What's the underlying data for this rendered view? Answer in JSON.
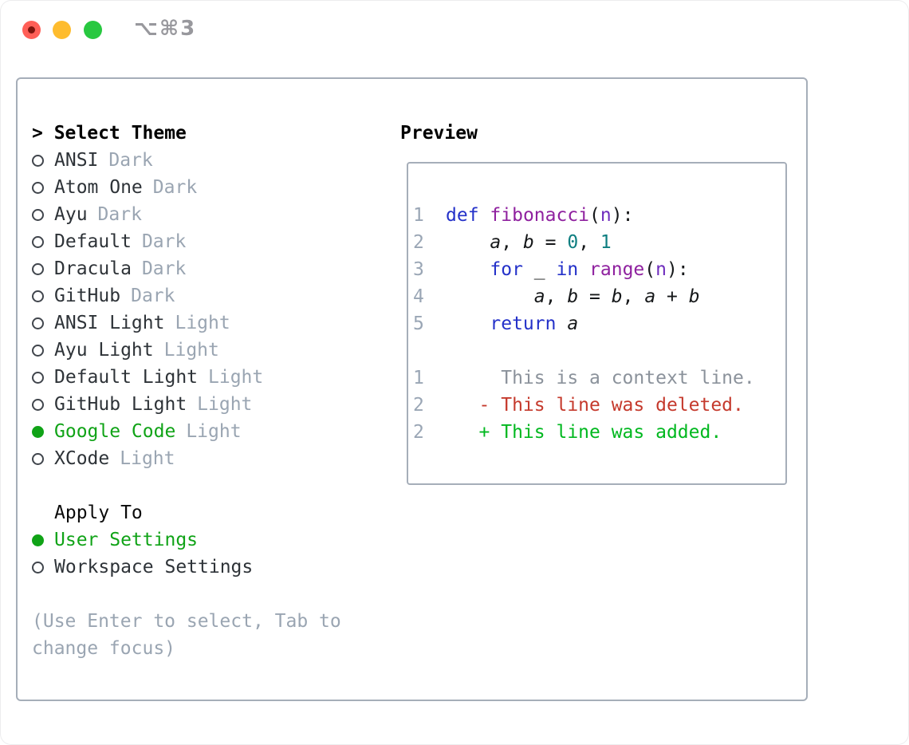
{
  "window": {
    "shortcut": "⌥⌘3",
    "traffic_lights": [
      "close",
      "minimize",
      "zoom"
    ]
  },
  "colors": {
    "selection_green": "#10a317",
    "added_green": "#00b81f",
    "deleted_red": "#c53a2d",
    "keyword_blue": "#2431c9",
    "function_purple": "#8f219f",
    "param_violet": "#6f2dbd",
    "number_teal": "#0e7e80",
    "muted_gray": "#9aa5b2",
    "line_number_gray": "#9aa6b5",
    "border_gray": "#a6aeb9",
    "traffic_red": "#ff5f57",
    "traffic_yellow": "#febc2e",
    "traffic_green": "#28c840"
  },
  "theme_panel": {
    "header": "> Select Theme",
    "themes": [
      {
        "name": "ANSI",
        "variant": "Dark",
        "selected": false
      },
      {
        "name": "Atom One",
        "variant": "Dark",
        "selected": false
      },
      {
        "name": "Ayu",
        "variant": "Dark",
        "selected": false
      },
      {
        "name": "Default",
        "variant": "Dark",
        "selected": false
      },
      {
        "name": "Dracula",
        "variant": "Dark",
        "selected": false
      },
      {
        "name": "GitHub",
        "variant": "Dark",
        "selected": false
      },
      {
        "name": "ANSI Light",
        "variant": "Light",
        "selected": false
      },
      {
        "name": "Ayu Light",
        "variant": "Light",
        "selected": false
      },
      {
        "name": "Default Light",
        "variant": "Light",
        "selected": false
      },
      {
        "name": "GitHub Light",
        "variant": "Light",
        "selected": false
      },
      {
        "name": "Google Code",
        "variant": "Light",
        "selected": true
      },
      {
        "name": "XCode",
        "variant": "Light",
        "selected": false
      }
    ],
    "apply_to": {
      "label": "Apply To",
      "options": [
        {
          "name": "User Settings",
          "selected": true
        },
        {
          "name": "Workspace Settings",
          "selected": false
        }
      ]
    },
    "hint_lines": [
      "(Use Enter to select, Tab to",
      "change focus)"
    ]
  },
  "preview": {
    "title": "Preview",
    "code": [
      {
        "num": "1",
        "tokens": [
          {
            "t": "def"
          },
          {
            "t": " "
          },
          {
            "t": "fibonacci"
          },
          {
            "t": "("
          },
          {
            "t": "n"
          },
          {
            "t": "):"
          }
        ]
      },
      {
        "num": "2",
        "tokens": [
          {
            "t": "    "
          },
          {
            "t": "a"
          },
          {
            "t": ", "
          },
          {
            "t": "b"
          },
          {
            "t": " = "
          },
          {
            "t": "0"
          },
          {
            "t": ", "
          },
          {
            "t": "1"
          }
        ]
      },
      {
        "num": "3",
        "tokens": [
          {
            "t": "    "
          },
          {
            "t": "for"
          },
          {
            "t": " _ "
          },
          {
            "t": "in"
          },
          {
            "t": " "
          },
          {
            "t": "range"
          },
          {
            "t": "("
          },
          {
            "t": "n"
          },
          {
            "t": "):"
          }
        ]
      },
      {
        "num": "4",
        "tokens": [
          {
            "t": "        "
          },
          {
            "t": "a"
          },
          {
            "t": ", "
          },
          {
            "t": "b"
          },
          {
            "t": " = "
          },
          {
            "t": "b"
          },
          {
            "t": ", "
          },
          {
            "t": "a"
          },
          {
            "t": " + "
          },
          {
            "t": "b"
          }
        ]
      },
      {
        "num": "5",
        "tokens": [
          {
            "t": "    "
          },
          {
            "t": "return"
          },
          {
            "t": " "
          },
          {
            "t": "a"
          }
        ]
      },
      {
        "num": "",
        "tokens": []
      },
      {
        "num": "1",
        "tokens": [
          {
            "t": "     This is a context line."
          }
        ]
      },
      {
        "num": "2",
        "tokens": [
          {
            "t": "   - This line was deleted."
          }
        ]
      },
      {
        "num": "2",
        "tokens": [
          {
            "t": "   + This line was added."
          }
        ]
      }
    ]
  }
}
